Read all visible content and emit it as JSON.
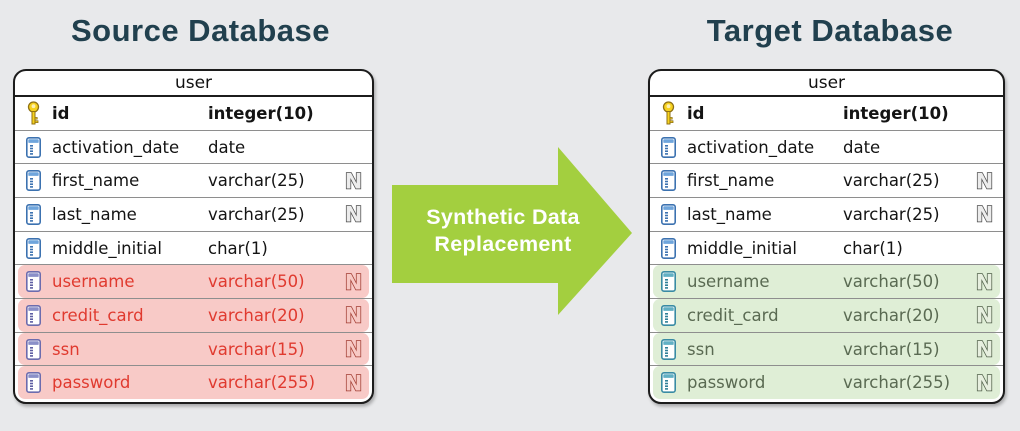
{
  "source": {
    "title": "Source Database",
    "table": {
      "name": "user",
      "rows": [
        {
          "name": "id",
          "type": "integer(10)",
          "icon": "key-icon",
          "nullable": false,
          "highlight": "none",
          "primary_key": true
        },
        {
          "name": "activation_date",
          "type": "date",
          "icon": "field-icon",
          "nullable": false,
          "highlight": "none",
          "primary_key": false
        },
        {
          "name": "first_name",
          "type": "varchar(25)",
          "icon": "field-icon",
          "nullable": true,
          "highlight": "none",
          "primary_key": false
        },
        {
          "name": "last_name",
          "type": "varchar(25)",
          "icon": "field-icon",
          "nullable": true,
          "highlight": "none",
          "primary_key": false
        },
        {
          "name": "middle_initial",
          "type": "char(1)",
          "icon": "field-icon",
          "nullable": false,
          "highlight": "none",
          "primary_key": false
        },
        {
          "name": "username",
          "type": "varchar(50)",
          "icon": "field-icon",
          "nullable": true,
          "highlight": "red",
          "primary_key": false
        },
        {
          "name": "credit_card",
          "type": "varchar(20)",
          "icon": "field-icon",
          "nullable": true,
          "highlight": "red",
          "primary_key": false
        },
        {
          "name": "ssn",
          "type": "varchar(15)",
          "icon": "field-icon",
          "nullable": true,
          "highlight": "red",
          "primary_key": false
        },
        {
          "name": "password",
          "type": "varchar(255)",
          "icon": "field-icon",
          "nullable": true,
          "highlight": "red",
          "primary_key": false
        }
      ]
    }
  },
  "target": {
    "title": "Target Database",
    "table": {
      "name": "user",
      "rows": [
        {
          "name": "id",
          "type": "integer(10)",
          "icon": "key-icon",
          "nullable": false,
          "highlight": "none",
          "primary_key": true
        },
        {
          "name": "activation_date",
          "type": "date",
          "icon": "field-icon",
          "nullable": false,
          "highlight": "none",
          "primary_key": false
        },
        {
          "name": "first_name",
          "type": "varchar(25)",
          "icon": "field-icon",
          "nullable": true,
          "highlight": "none",
          "primary_key": false
        },
        {
          "name": "last_name",
          "type": "varchar(25)",
          "icon": "field-icon",
          "nullable": true,
          "highlight": "none",
          "primary_key": false
        },
        {
          "name": "middle_initial",
          "type": "char(1)",
          "icon": "field-icon",
          "nullable": false,
          "highlight": "none",
          "primary_key": false
        },
        {
          "name": "username",
          "type": "varchar(50)",
          "icon": "field-icon",
          "nullable": true,
          "highlight": "green",
          "primary_key": false
        },
        {
          "name": "credit_card",
          "type": "varchar(20)",
          "icon": "field-icon",
          "nullable": true,
          "highlight": "green",
          "primary_key": false
        },
        {
          "name": "ssn",
          "type": "varchar(15)",
          "icon": "field-icon",
          "nullable": true,
          "highlight": "green",
          "primary_key": false
        },
        {
          "name": "password",
          "type": "varchar(255)",
          "icon": "field-icon",
          "nullable": true,
          "highlight": "green",
          "primary_key": false
        }
      ]
    }
  },
  "arrow": {
    "line1": "Synthetic Data",
    "line2": "Replacement"
  },
  "colors": {
    "background": "#e8e9eb",
    "title_text": "#21404e",
    "arrow_green": "#a3cf3f",
    "highlight_red": "#f8cac7",
    "highlight_green": "#dfeed6",
    "text_red": "#e03a2f",
    "text_green": "#5a6a52",
    "table_border": "#1c1c1c"
  }
}
